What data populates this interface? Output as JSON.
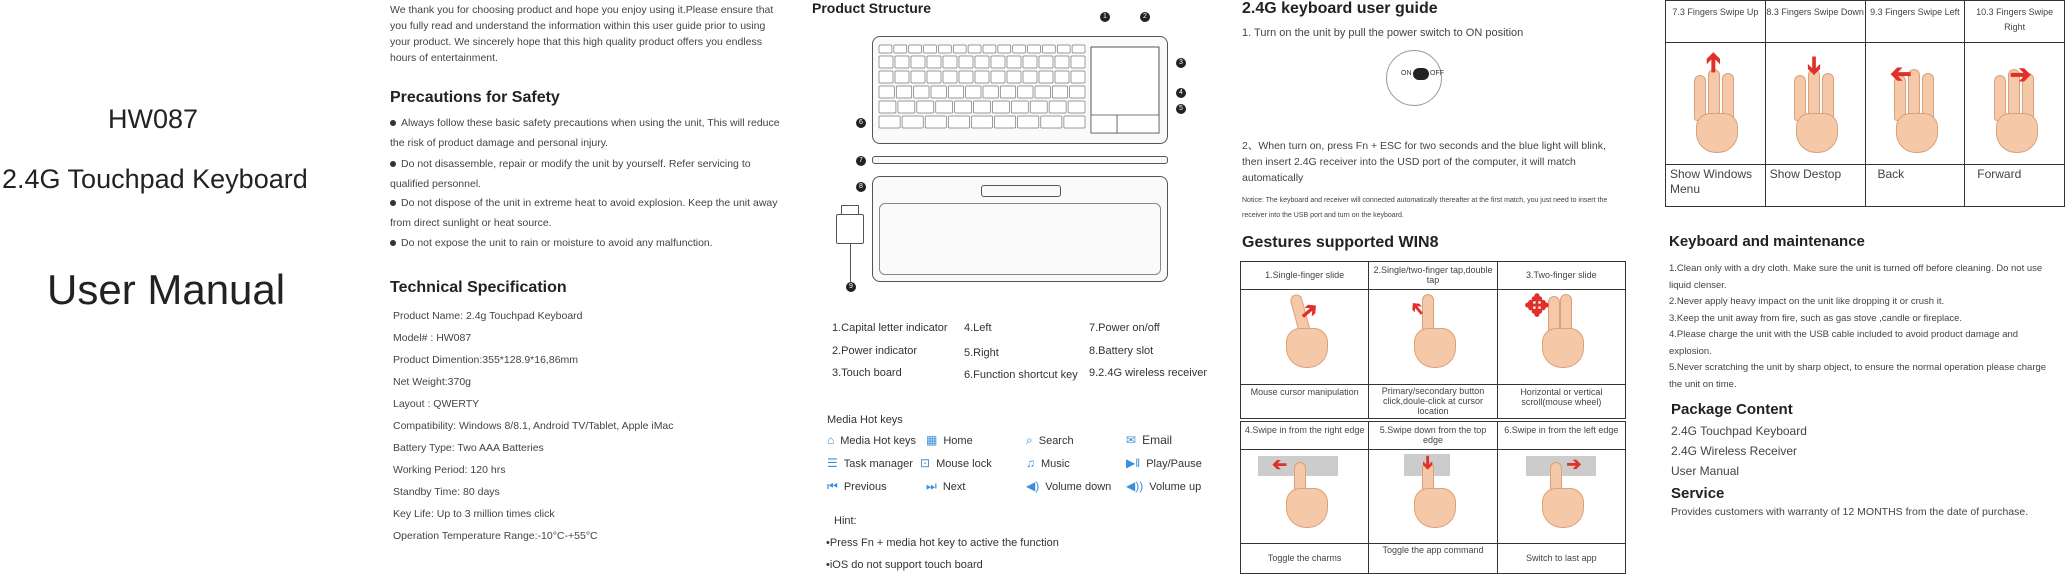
{
  "cover": {
    "model": "HW087",
    "product": "2.4G Touchpad Keyboard",
    "doc": "User Manual"
  },
  "intro": {
    "text": "We thank you for choosing  product and hope you enjoy using it.Please ensure that you fully read and understand the information within this user guide prior to using your product. We sincerely hope that this high quality product offers you endless hours of entertainment."
  },
  "safety": {
    "title": "Precautions for Safety",
    "items": [
      "Always follow these basic safety precautions when using the unit,  This will reduce the risk of product damage and personal injury.",
      "Do not disassemble, repair or modify the unit by yourself. Refer servicing to qualified personnel.",
      "Do not dispose of the unit in extreme heat to avoid explosion. Keep the unit away from direct sunlight or heat source.",
      "Do not expose the unit to rain or moisture to avoid any malfunction."
    ]
  },
  "spec": {
    "title": "Technical Specification",
    "items": [
      "Product Name: 2.4g Touchpad Keyboard",
      "Model# : HW087",
      "Product Dimention:355*128.9*16,86mm",
      "Net Weight:370g",
      "Layout :  QWERTY",
      "Compatibility: Windows 8/8.1, Android TV/Tablet, Apple iMac",
      "Battery Type: Two AAA Batteries",
      "Working Period: 120 hrs",
      "Standby Time: 80 days",
      "Key Life: Up to 3 million times click",
      "Operation Temperature Range:-10°C-+55°C"
    ]
  },
  "structure": {
    "title": "Product Structure",
    "legend": [
      "1.Capital letter indicator",
      "4.Left",
      "7.Power on/off",
      "2.Power indicator",
      "5.Right",
      "8.Battery slot",
      "3.Touch board",
      "6.Function shortcut key",
      "9.2.4G wireless receiver"
    ],
    "callouts": [
      "1",
      "2",
      "3",
      "4",
      "5",
      "6",
      "7",
      "8",
      "9"
    ]
  },
  "media": {
    "title": "Media Hot keys",
    "items": [
      {
        "label": "Media Hot keys",
        "icon": "home-outline-icon"
      },
      {
        "label": "Home",
        "icon": "grid-icon"
      },
      {
        "label": "Search",
        "icon": "search-icon"
      },
      {
        "label": "Email",
        "icon": "mail-icon"
      },
      {
        "label": "Task manager",
        "icon": "list-icon"
      },
      {
        "label": "Mouse lock",
        "icon": "lock-icon"
      },
      {
        "label": "Music",
        "icon": "music-icon"
      },
      {
        "label": "Play/Pause",
        "icon": "play-pause-icon"
      },
      {
        "label": "Previous",
        "icon": "previous-icon"
      },
      {
        "label": "Next",
        "icon": "next-icon"
      },
      {
        "label": "Volume down",
        "icon": "volume-down-icon"
      },
      {
        "label": "Volume up",
        "icon": "volume-up-icon"
      }
    ],
    "hint_title": "Hint:",
    "hints": [
      "•Press Fn + media hot key to active the function",
      "•iOS do not support touch board"
    ]
  },
  "guide": {
    "title": "2.4G keyboard user guide",
    "step1": "1. Turn on the unit by pull the power switch to ON position",
    "switch_on": "ON",
    "switch_off": "OFF",
    "step2": "2、When turn on, press Fn + ESC for two seconds and the blue light will blink, then insert 2.4G receiver into the USD port of the computer, it will match automatically",
    "notice": "Notice: The keyboard and receiver will connected automatically thereafter at the first match, you just need to insert the receiver into the USB port and turn on the keyboard."
  },
  "gestures": {
    "title": "Gestures supported WIN8",
    "row1_heads": [
      "1.Single-finger slide",
      "2.Single/two-finger tap,double tap",
      "3.Two-finger slide"
    ],
    "row1_captions": [
      "Mouse cursor manipulation",
      "Primary/secondary button click,doule-click at cursor location",
      "Horizontal or vertical scroll(mouse wheel)"
    ],
    "row2_heads": [
      "4.Swipe in from the right edge",
      "5.Swipe down from the top edge",
      "6.Swipe in from the left edge"
    ],
    "row2_captions": [
      "Toggle the charms",
      "Toggle the app command",
      "Switch to last app"
    ]
  },
  "gestures_top": {
    "heads": [
      "7.3 Fingers Swipe Up",
      "8.3 Fingers Swipe Down",
      "9.3 Fingers Swipe Left",
      "10.3 Fingers Swipe Right"
    ],
    "captions": [
      "Show Windows Menu",
      "Show Destop",
      "Back",
      "Forward"
    ]
  },
  "maintenance": {
    "title": "Keyboard and maintenance",
    "items": [
      "1.Clean only with a dry cloth. Make sure the unit is turned off before cleaning. Do not use liquid clenser.",
      "2.Never apply heavy impact on the unit like dropping it or crush it.",
      "3.Keep the unit away from fire, such as gas stove ,candle or fireplace.",
      "4.Please charge the unit with the USB cable included to avoid product damage and explosion.",
      "5.Never scratching the unit by sharp object, to ensure the normal operation please charge the unit on time."
    ]
  },
  "package": {
    "title": "Package Content",
    "items": [
      "2.4G  Touchpad Keyboard",
      "2.4G Wireless Receiver",
      "User Manual"
    ]
  },
  "service": {
    "title": "Service",
    "text": "Provides customers with warranty of 12 MONTHS from the date of purchase."
  }
}
